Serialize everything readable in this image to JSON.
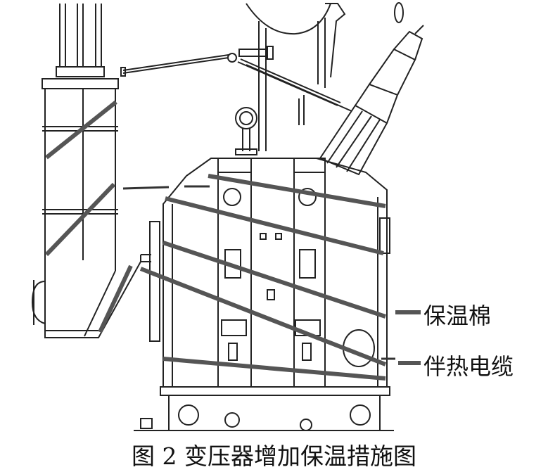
{
  "legend": {
    "insulation_label": "保温棉",
    "heating_cable_label": "伴热电缆"
  },
  "caption": "图 2   变压器增加保温措施图",
  "colors": {
    "line": "#222222",
    "insulation_band": "#555555",
    "background": "#ffffff"
  }
}
